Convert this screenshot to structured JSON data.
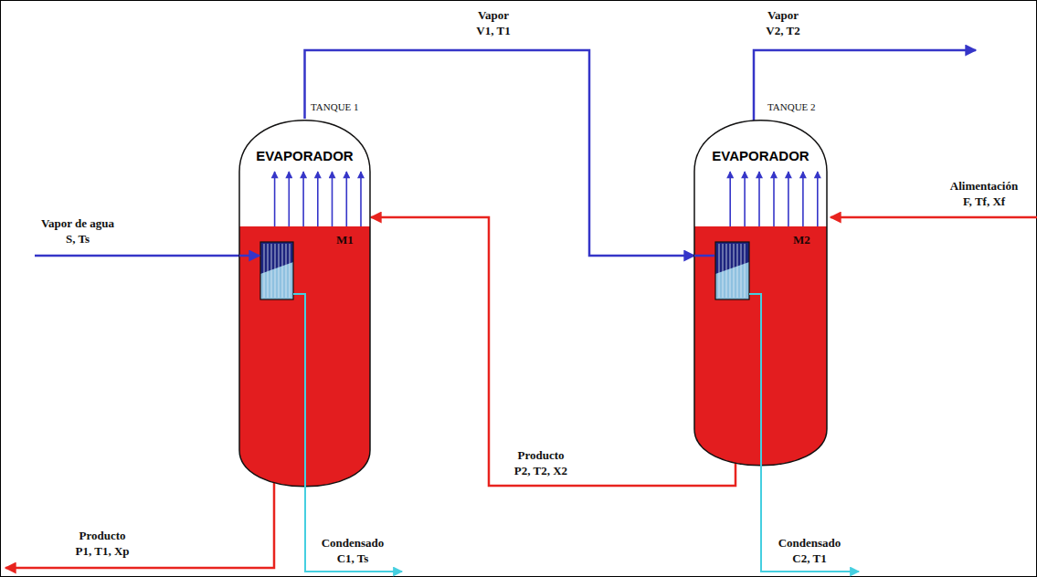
{
  "diagram": {
    "nodes": [
      {
        "text": [
          "TANQUE 1",
          "EVAPORADOR",
          "M1"
        ]
      },
      {
        "text": [
          "TANQUE 2",
          "EVAPORADOR",
          "M2"
        ]
      }
    ],
    "edges": [
      {
        "from": 0,
        "to": 1,
        "label": "Vapor V1, T1",
        "arrow": "to"
      },
      {
        "from": 1,
        "to": 0,
        "label": "Producto P2, T2, X2",
        "arrow": "to"
      }
    ],
    "labels": [
      "Vapor V2, T2",
      "Vapor de agua S, Ts",
      "Alimentación F, Tf, Xf",
      "Producto P1, T1, Xp",
      "Condensado C1, Ts",
      "Condensado C2, T1"
    ]
  }
}
